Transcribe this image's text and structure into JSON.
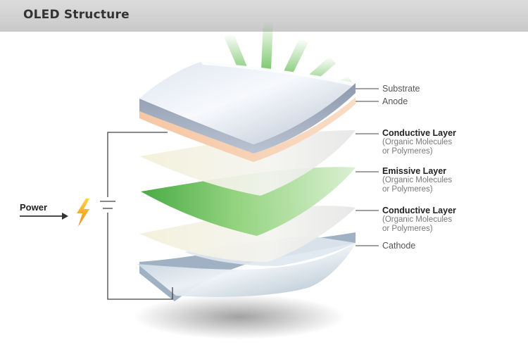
{
  "header": {
    "title": "OLED Structure"
  },
  "power": {
    "label": "Power"
  },
  "labels": {
    "substrate": "Substrate",
    "anode": "Anode",
    "conductive_1": {
      "title": "Conductive Layer",
      "line1": "(Organic Molecules",
      "line2": "or Polymeres)"
    },
    "emissive": {
      "title": "Emissive Layer",
      "line1": "(Organic Molecules",
      "line2": "or Polymeres)"
    },
    "conductive_2": {
      "title": "Conductive Layer",
      "line1": "(Organic Molecules",
      "line2": "or Polymeres)"
    },
    "cathode": "Cathode"
  },
  "colors": {
    "header_bg": "#cfcfcf",
    "emissive_green": "#5cb84a",
    "light_rays": "#3fae2a",
    "lightning": "#f2a91c",
    "substrate_blue": "#aab6c8"
  },
  "icons": [
    "light-rays-icon",
    "lightning-bolt-icon",
    "battery-icon",
    "arrow-right-icon"
  ]
}
